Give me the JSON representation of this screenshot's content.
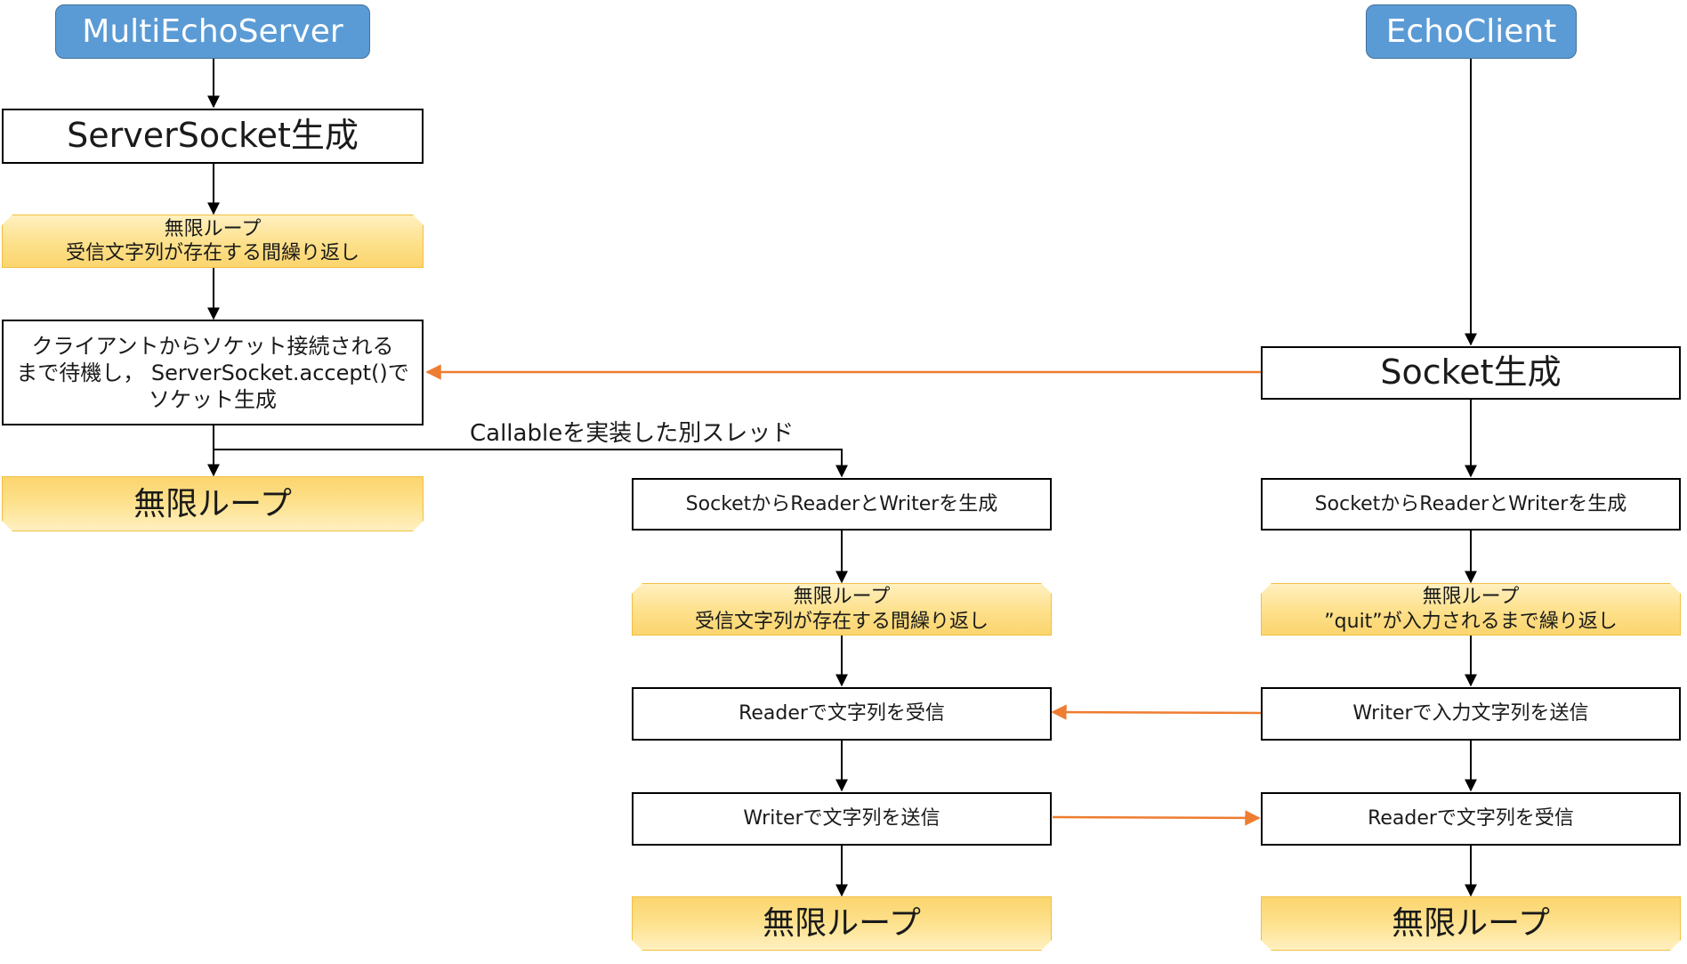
{
  "server": {
    "title": "MultiEchoServer",
    "create_server_socket": "ServerSocket生成",
    "accept_loop": {
      "line1": "無限ループ",
      "line2": "受信文字列が存在する間繰り返し"
    },
    "accept": {
      "line1": "クライアントからソケット接続される",
      "line2": "まで待機し， ServerSocket.accept()で",
      "line3": "ソケット生成"
    },
    "accept_loop_end": "無限ループ"
  },
  "thread": {
    "label": "Callableを実装した別スレッド",
    "create_rw": "SocketからReaderとWriterを生成",
    "loop": {
      "line1": "無限ループ",
      "line2": "受信文字列が存在する間繰り返し"
    },
    "receive": "Readerで文字列を受信",
    "send": "Writerで文字列を送信",
    "loop_end": "無限ループ"
  },
  "client": {
    "title": "EchoClient",
    "create_socket": "Socket生成",
    "create_rw": "SocketからReaderとWriterを生成",
    "loop": {
      "line1": "無限ループ",
      "line2": "”quit”が入力されるまで繰り返し"
    },
    "send": "Writerで入力文字列を送信",
    "receive": "Readerで文字列を受信",
    "loop_end": "無限ループ"
  },
  "colors": {
    "title_fill": "#5b9bd5",
    "loop_fill": "#fde08a",
    "flow_arrow": "#000000",
    "message_arrow": "#ed7d31"
  }
}
